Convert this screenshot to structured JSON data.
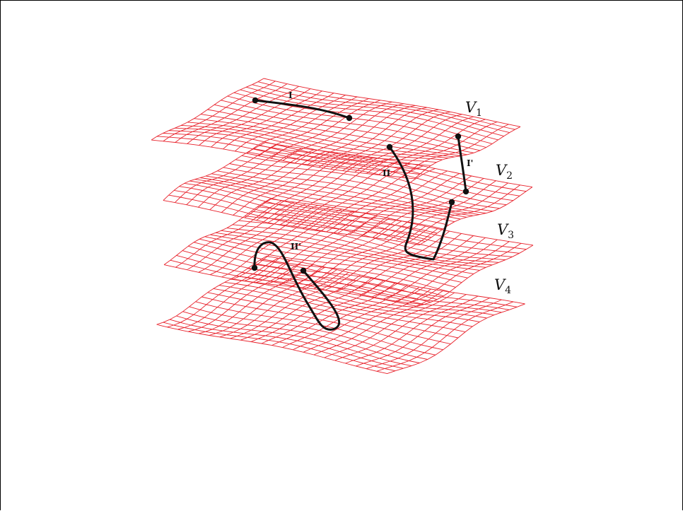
{
  "figure": {
    "sheets": [
      {
        "label_base": "V",
        "label_sub": "1"
      },
      {
        "label_base": "V",
        "label_sub": "2"
      },
      {
        "label_base": "V",
        "label_sub": "3"
      },
      {
        "label_base": "V",
        "label_sub": "4"
      }
    ],
    "curves": [
      {
        "label": "I"
      },
      {
        "label": "II"
      },
      {
        "label": "I'"
      },
      {
        "label": "II'"
      }
    ],
    "colors": {
      "mesh": "#e8202a",
      "curve": "#111111",
      "background": "#ffffff"
    }
  }
}
